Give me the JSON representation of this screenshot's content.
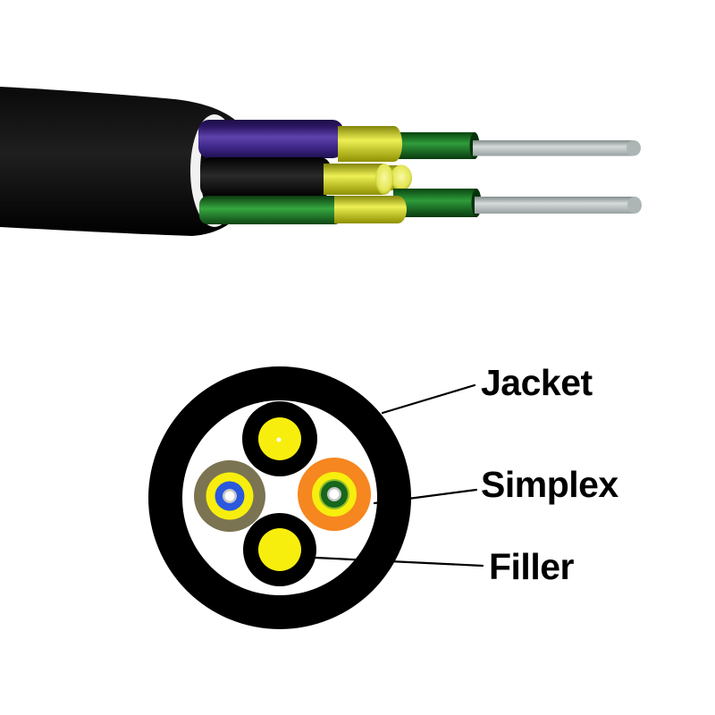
{
  "photo": {
    "subject": "stripped-fiber-cable-end",
    "colors": {
      "jacket_body": "#101010",
      "liner_white": "#f1f1f1",
      "purple_subunit": "#5e42ac",
      "black_subunit": "#2a2a2a",
      "green_subunit": "#37a83f",
      "aramid_yellow": "#eef055",
      "buffer_green": "#2f9c3b",
      "fiber_gray": "#d5dada",
      "buffer_cap": "#06330b",
      "fiber_tip": "#adb5b5"
    }
  },
  "cross_section": {
    "colors": {
      "jacket": "#000000",
      "interior": "#ffffff",
      "filler_ring": "#000000",
      "filler_core": "#f8ee0e",
      "filler_dot": "#ffffff",
      "simplex_left_jacket": "#7a7452",
      "simplex_left_strength": "#f8ee0e",
      "simplex_left_buffer": "#2b59dd",
      "simplex_right_jacket": "#f6861f",
      "simplex_right_strength": "#f8ee0e",
      "simplex_right_accent": "#8fbe2a",
      "simplex_right_buffer": "#17671c",
      "fiber_cladding": "#c6c6c6",
      "fiber_core": "#ffffff",
      "leader_line": "#000000",
      "label_text": "#000000"
    },
    "labels": [
      {
        "id": "jacket",
        "text": "Jacket"
      },
      {
        "id": "simplex",
        "text": "Simplex"
      },
      {
        "id": "filler",
        "text": "Filler"
      }
    ]
  }
}
